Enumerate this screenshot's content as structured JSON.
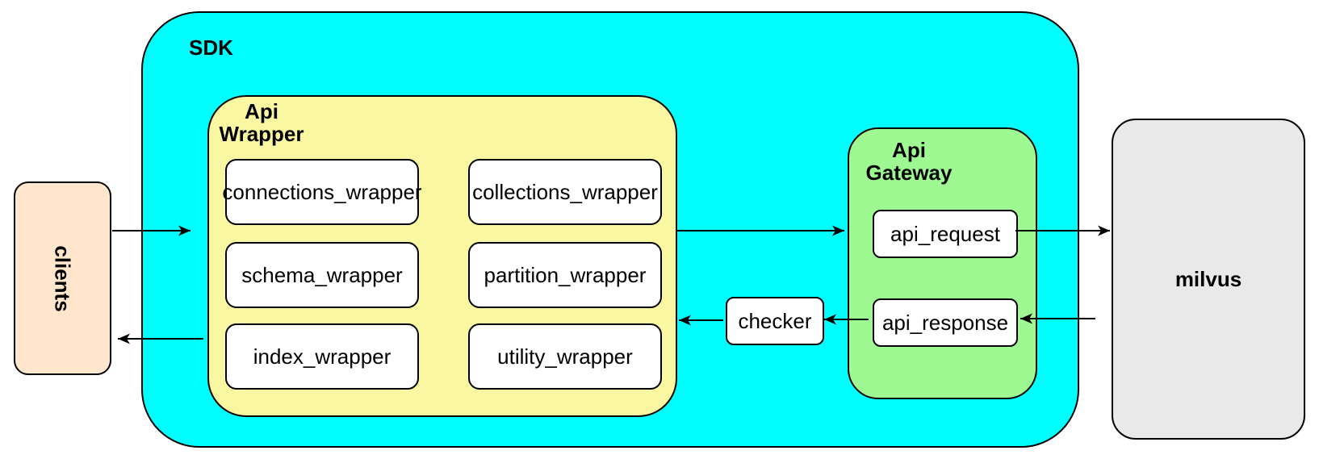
{
  "diagram": {
    "clients": {
      "label": "clients",
      "fill": "#FFE6CC"
    },
    "sdk": {
      "label": "SDK",
      "fill": "#00FEFE"
    },
    "api_wrapper": {
      "label_lines": [
        "Api",
        "Wrapper"
      ],
      "fill": "#F9F7A1",
      "boxes": [
        "connections_wrapper",
        "collections_wrapper",
        "schema_wrapper",
        "partition_wrapper",
        "index_wrapper",
        "utility_wrapper"
      ]
    },
    "checker": {
      "label": "checker",
      "fill": "#FFFFFF"
    },
    "api_gateway": {
      "label_lines": [
        "Api",
        "Gateway"
      ],
      "fill": "#9FF992",
      "request_label": "api_request",
      "response_label": "api_response"
    },
    "milvus": {
      "label": "milvus",
      "fill": "#E9E9E9"
    },
    "edges": [
      {
        "from": "clients",
        "to": "sdk"
      },
      {
        "from": "api_wrapper",
        "to": "api_gateway"
      },
      {
        "from": "api_request",
        "to": "milvus"
      },
      {
        "from": "milvus",
        "to": "api_response"
      },
      {
        "from": "api_response",
        "to": "checker"
      },
      {
        "from": "checker",
        "to": "api_wrapper"
      },
      {
        "from": "sdk",
        "to": "clients"
      }
    ],
    "line_color": "#000000"
  }
}
